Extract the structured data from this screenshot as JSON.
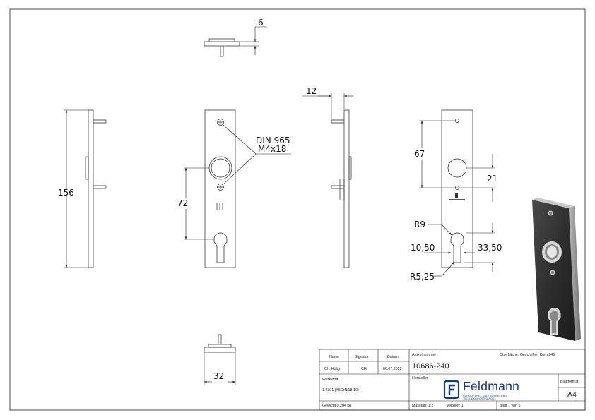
{
  "dimensions": {
    "top_view_thickness": "6",
    "side_thickness": "12",
    "overall_length": "156",
    "screw_spacing": "72",
    "screw_spec_line1": "DIN 965",
    "screw_spec_line2": "M4x18",
    "hole_offset": "67",
    "hole_diameter": "21",
    "cylinder_radius": "R9",
    "cylinder_left": "10,50",
    "cylinder_right": "33,50",
    "cylinder_small_radius": "R5,25",
    "bottom_width": "32"
  },
  "title_block": {
    "h_name": "Name",
    "h_signatur": "Signatur",
    "h_datum": "Datum",
    "h_artikel": "Artikelnummer",
    "oberflaeche": "Oberfläche:  Geschliffen Korn 240",
    "name_value": "Ch. Hölig",
    "sig_value": "CH",
    "date_value": "06.07.2022",
    "article_number": "10686-240",
    "werkstoff_label": "Werkstoff:",
    "werkstoff_value": "1.4301 (X5CrNi18-10)",
    "hersteller_label": "Hersteller",
    "blattformat_label": "Blattformat",
    "blattformat_value": "A4",
    "gewicht": "Gewicht 0.204 kg",
    "massstab": "Masstab: 1:2",
    "version": "Version: 1",
    "blatt": "Blatt 1 von 5"
  },
  "brand": {
    "name": "Feldmann",
    "tagline": "SCHLEIFEREI, VALENDEREI UND TECHNIKGROSSHANDEL",
    "color": "#1d3a6e"
  },
  "colors": {
    "line": "#222222",
    "render_dark": "#2b2b2b",
    "render_mid": "#4a4a4a"
  }
}
